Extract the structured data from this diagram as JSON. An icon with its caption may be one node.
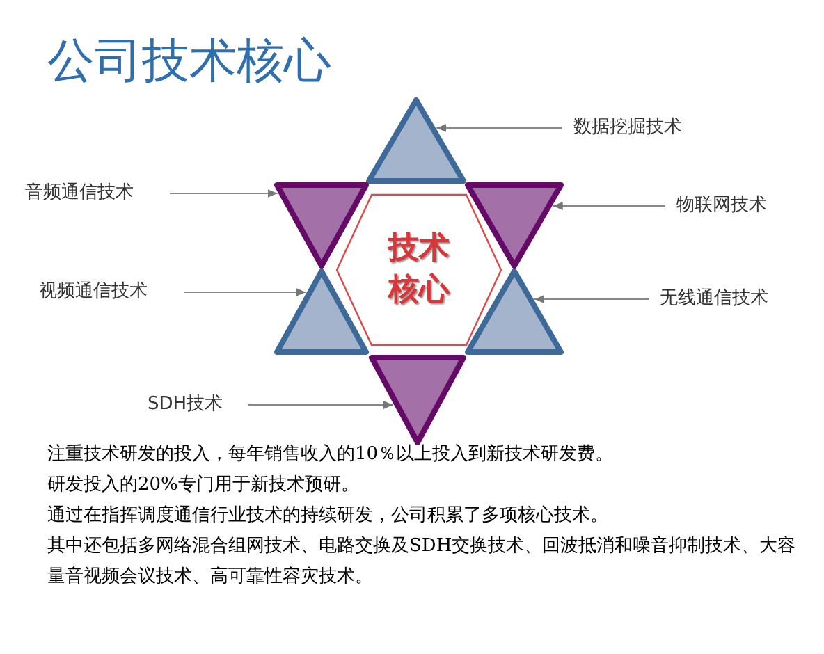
{
  "diagram": {
    "title": "公司技术核心",
    "nodes": [
      {
        "text": [
          "数据挖掘技术"
        ]
      },
      {
        "text": [],
        "shape": "triangle"
      },
      {
        "text": [
          "音频通信技术"
        ]
      },
      {
        "text": [],
        "shape": "triangle"
      },
      {
        "text": [],
        "shape": "triangle"
      },
      {
        "text": [
          "物联网技术"
        ]
      },
      {
        "text": [
          "视频通信技术"
        ]
      },
      {
        "text": [],
        "shape": "triangle"
      },
      {
        "text": [
          "技术核心"
        ]
      },
      {
        "text": [],
        "shape": "triangle"
      },
      {
        "text": [
          "无线通信技术"
        ]
      },
      {
        "text": [
          "SDH技术"
        ]
      },
      {
        "text": [],
        "shape": "triangle"
      }
    ],
    "edges": [
      {
        "from": 0,
        "to": 1,
        "arrow": "to"
      },
      {
        "from": 2,
        "to": 3,
        "arrow": "to"
      },
      {
        "from": 5,
        "to": 4,
        "arrow": "to"
      },
      {
        "from": 6,
        "to": 7,
        "arrow": "to"
      },
      {
        "from": 10,
        "to": 9,
        "arrow": "to"
      },
      {
        "from": 11,
        "to": 12,
        "arrow": "to"
      }
    ],
    "labels": [
      "注重技术研发的投入，每年销售收入的10％以上投入到新技术研发费。",
      "研发投入的20%专门用于新技术预研。",
      "通过在指挥调度通信行业技术的持续研发，公司积累了多项核心技术。",
      "其中还包括多网络混合组网技术、电路交换及SDH交换技术、回波抵消和噪音抑制技术、大容量音视频会议技术、高可靠性容灾技术。"
    ]
  }
}
